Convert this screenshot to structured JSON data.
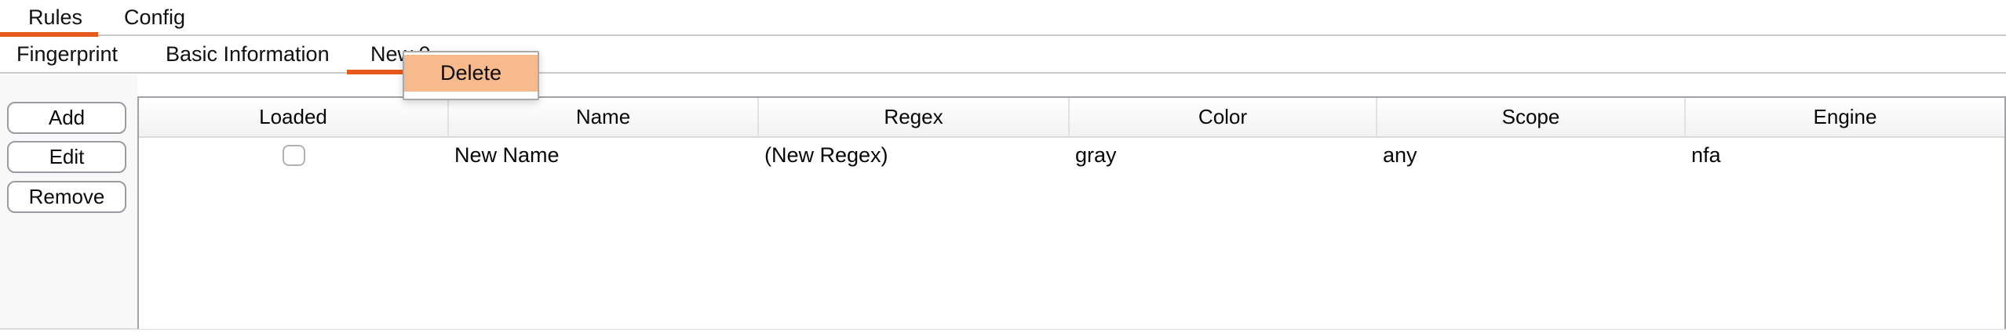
{
  "primary_tabs": {
    "active": "Rules",
    "items": [
      {
        "label": "Rules"
      },
      {
        "label": "Config"
      }
    ]
  },
  "secondary_tabs": {
    "active": "New 0",
    "items": [
      {
        "label": "Fingerprint"
      },
      {
        "label": "Basic Information"
      },
      {
        "label": "New 0"
      }
    ]
  },
  "context_menu": {
    "items": [
      {
        "label": "Delete",
        "highlighted": true
      }
    ]
  },
  "sidebar": {
    "buttons": [
      {
        "label": "Add"
      },
      {
        "label": "Edit"
      },
      {
        "label": "Remove"
      }
    ]
  },
  "rules_table": {
    "columns": [
      "Loaded",
      "Name",
      "Regex",
      "Color",
      "Scope",
      "Engine"
    ],
    "rows": [
      {
        "loaded": false,
        "name": "New Name",
        "regex": "(New Regex)",
        "color": "gray",
        "scope": "any",
        "engine": "nfa"
      }
    ]
  },
  "colors": {
    "accent": "#e8591c",
    "menu_highlight": "#f7ba8c",
    "tab_line": "#cacaca"
  }
}
